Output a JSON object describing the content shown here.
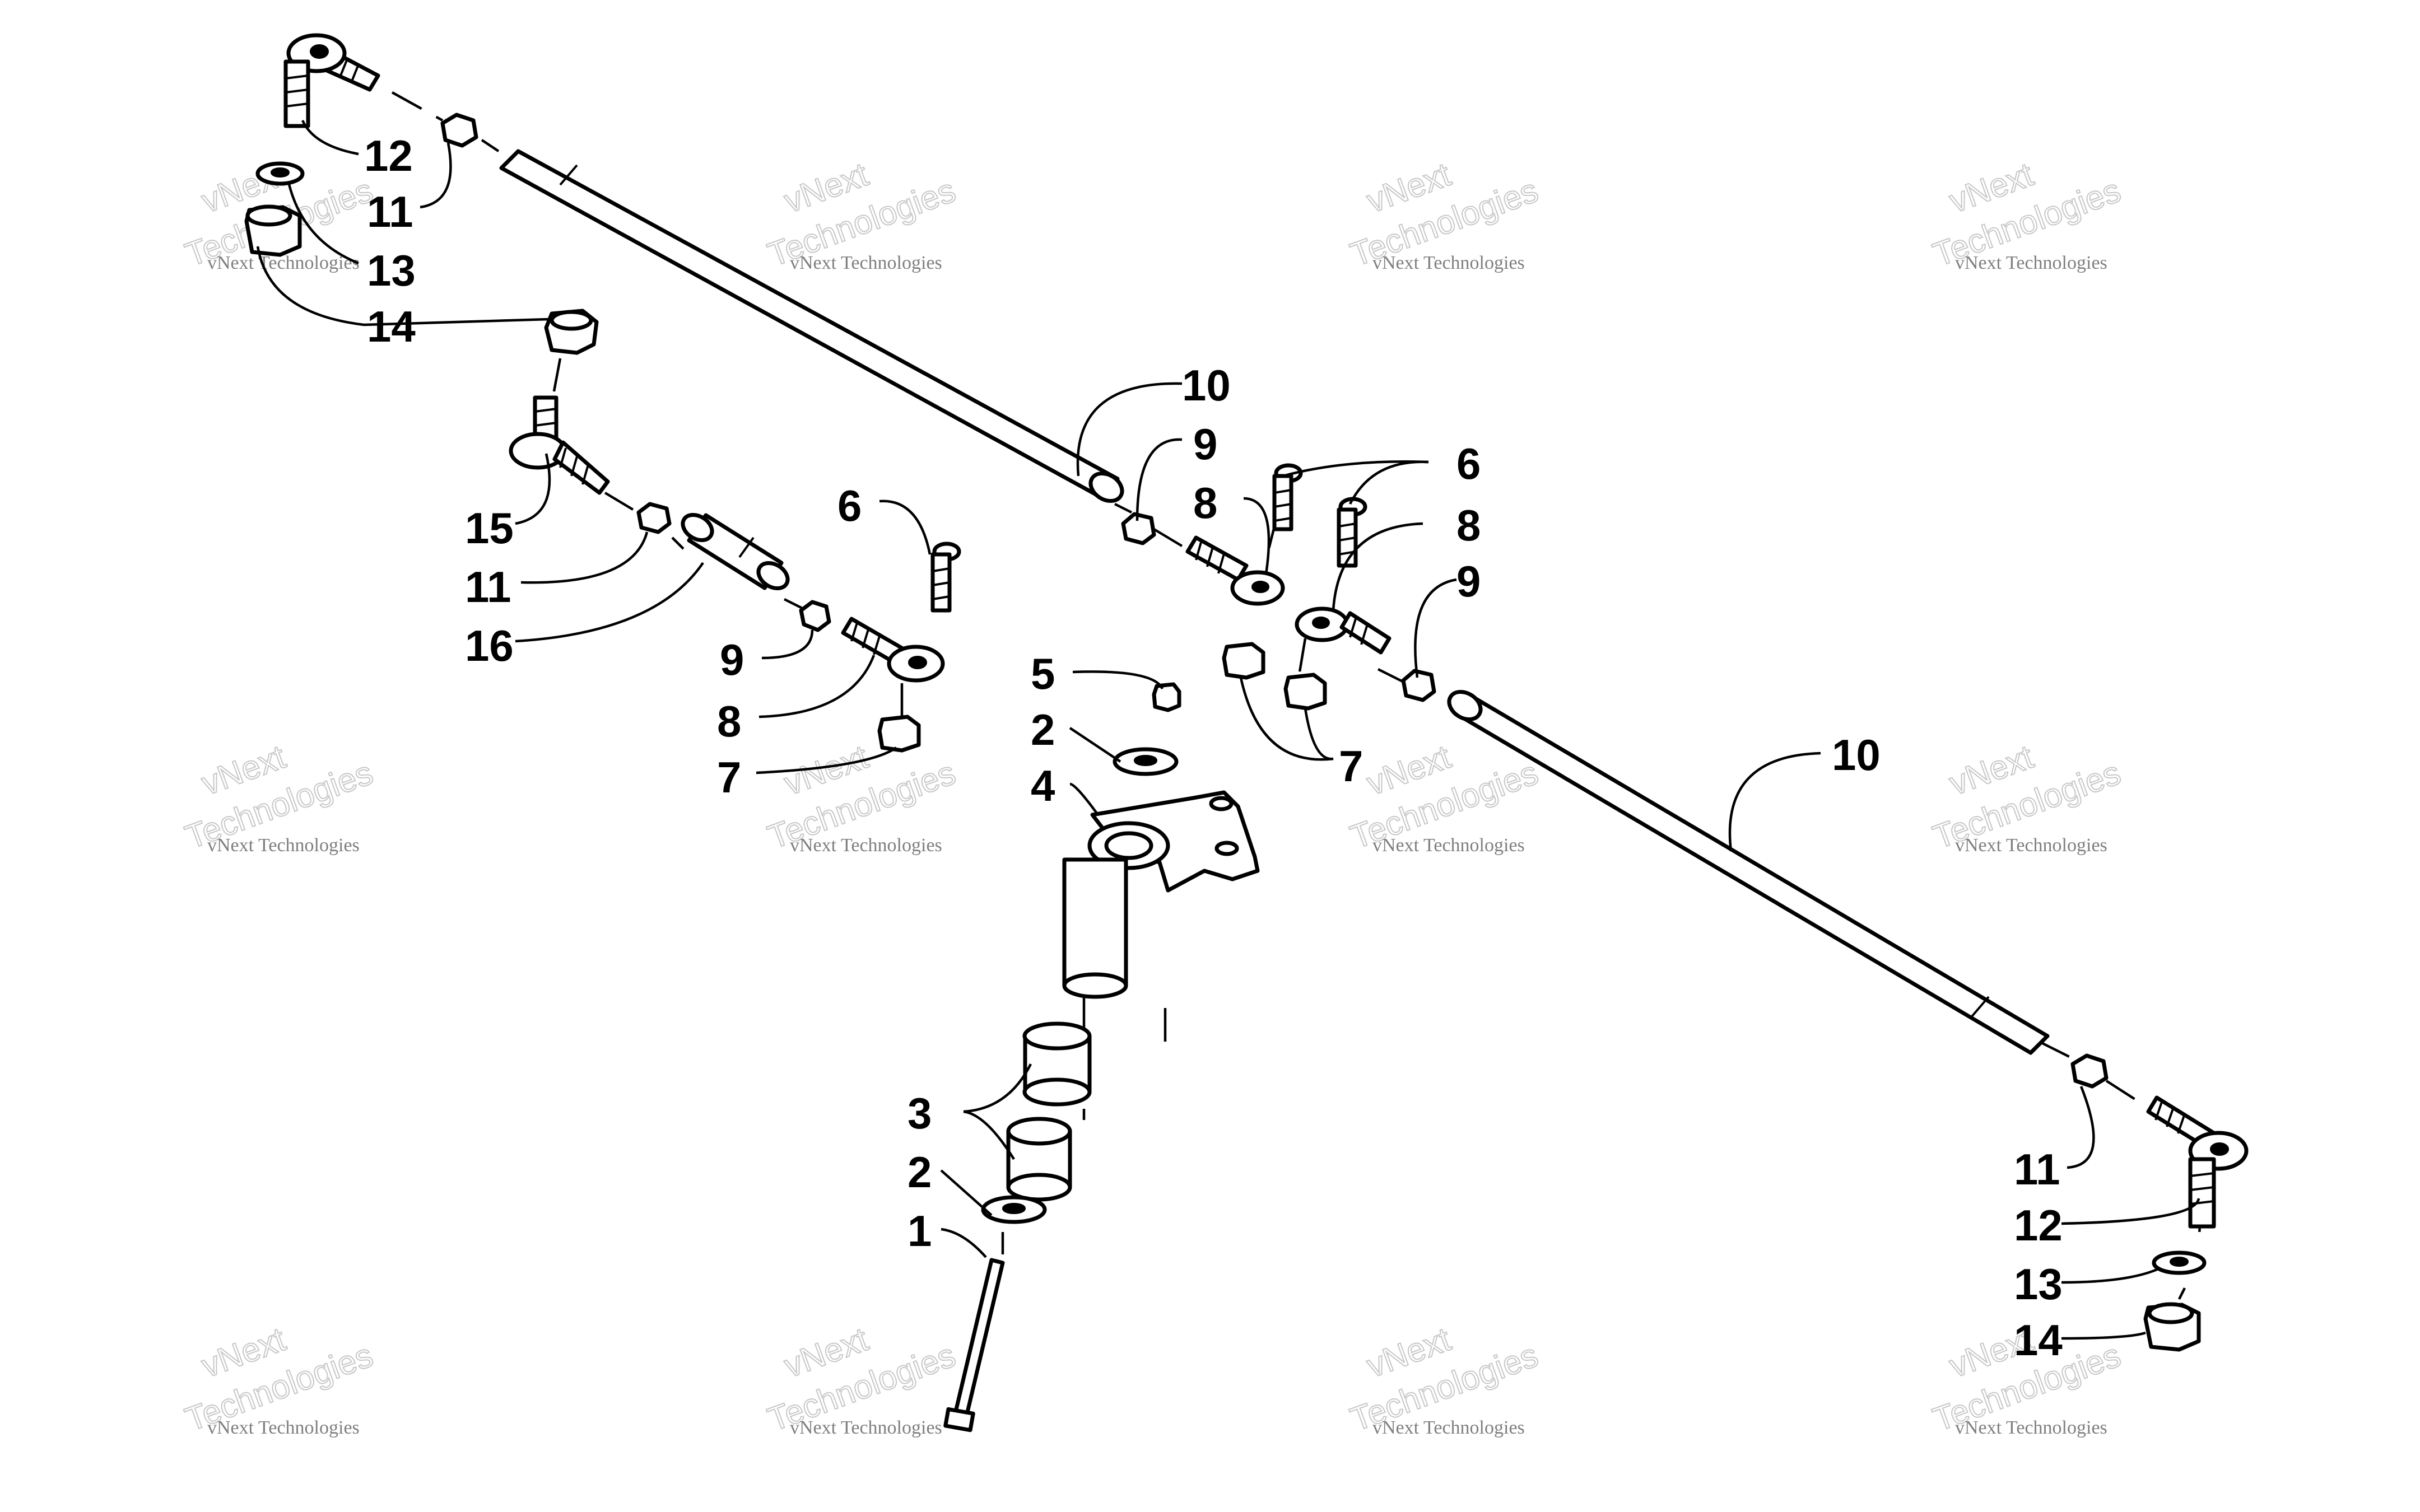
{
  "watermark": {
    "line1": "vNext Technologies",
    "line2": "vNext",
    "line3": "Technologies"
  },
  "callouts": {
    "c12_top": "12",
    "c11_top": "11",
    "c13_top": "13",
    "c14_top": "14",
    "c15": "15",
    "c11_mid": "11",
    "c16": "16",
    "c6_left": "6",
    "c9_left": "9",
    "c8_left": "8",
    "c7_left": "7",
    "c10_upper": "10",
    "c9_upper": "9",
    "c8_upper": "8",
    "c6_right": "6",
    "c8_right": "8",
    "c9_right": "9",
    "c7_right": "7",
    "c5": "5",
    "c2_upper": "2",
    "c4": "4",
    "c3": "3",
    "c2_lower": "2",
    "c1": "1",
    "c10_lower": "10",
    "c11_bottom": "11",
    "c12_bottom": "12",
    "c13_bottom": "13",
    "c14_bottom": "14"
  }
}
